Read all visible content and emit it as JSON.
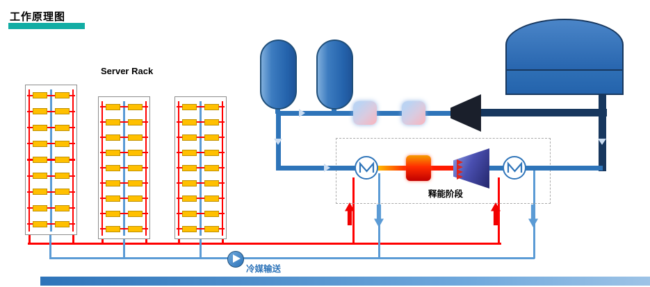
{
  "title": "工作原理图",
  "labels": {
    "server_rack": "Server Rack",
    "release_phase": "释能阶段",
    "pump": "冷媒输送"
  },
  "racks": {
    "count": 3,
    "rows": 9,
    "modules_per_row": 2
  },
  "colors": {
    "accent_teal": "#12ADA4",
    "hot_pipe_red": "#FF0000",
    "cold_pipe_blue": "#5B9BD5",
    "main_pipe_blue": "#2E74B9",
    "dark_pipe_navy": "#17375E",
    "tank_blue": "#2463AC",
    "module_yellow": "#FFC000",
    "bottom_bar_blue": "#2E74B9"
  },
  "icons": {
    "pump": "pump-icon",
    "heat_exchanger": "heat-exchanger-icon",
    "turbine": "turbine-icon",
    "expander": "expander-icon",
    "storage_dome": "dome-storage-icon",
    "pressure_tanks": "pressure-tank-icon",
    "hot_flow": "up-arrow-icon",
    "cold_flow": "down-arrow-icon"
  }
}
